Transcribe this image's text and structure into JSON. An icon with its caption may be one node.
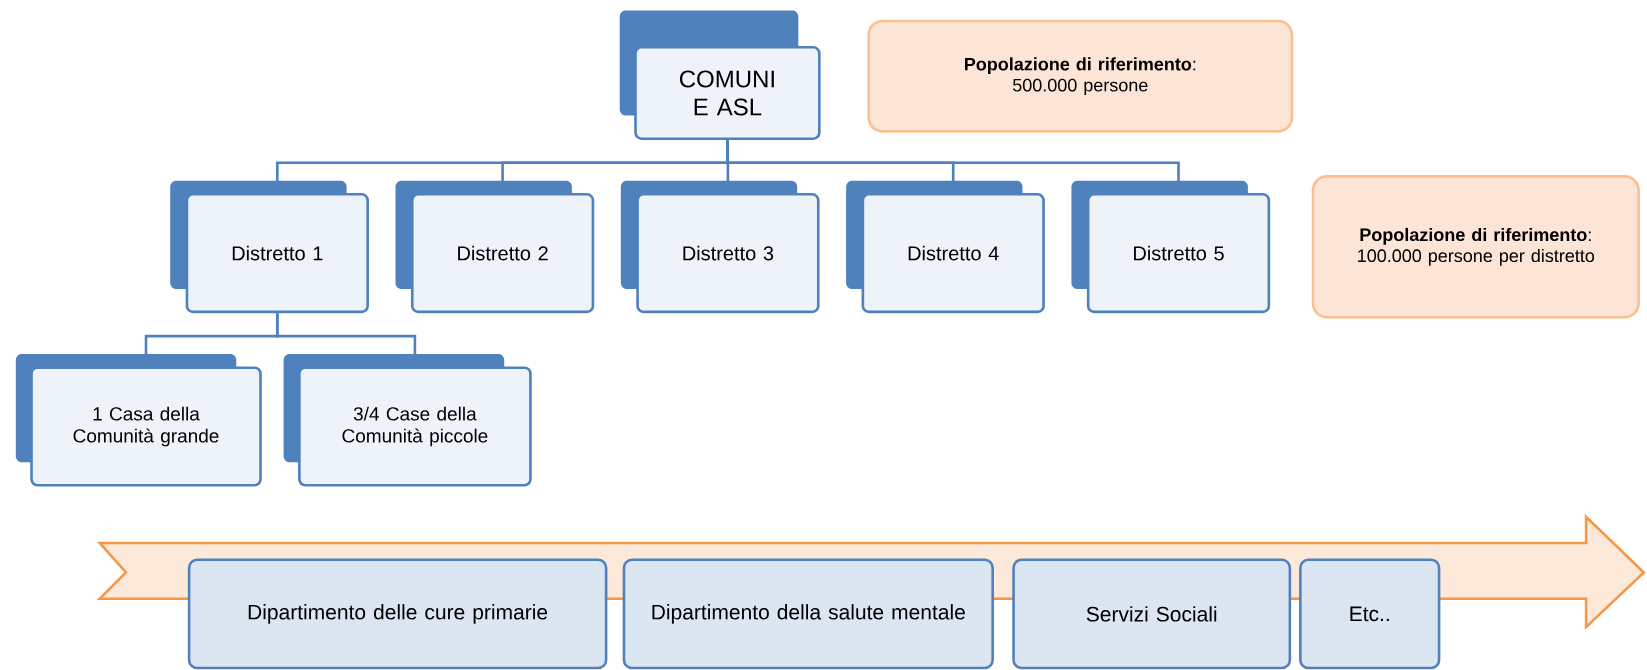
{
  "diagram": {
    "nodes": [
      {
        "text": [
          "COMUNI E ASL"
        ]
      },
      {
        "text": [
          "**Popolazione di riferimento**: 500.000 persone"
        ]
      },
      {
        "text": [
          "Distretto 1"
        ]
      },
      {
        "text": [
          "Distretto 2"
        ]
      },
      {
        "text": [
          "Distretto 3"
        ]
      },
      {
        "text": [
          "Distretto 4"
        ]
      },
      {
        "text": [
          "Distretto 5"
        ]
      },
      {
        "text": [
          "**Popolazione di riferimento**: 100.000 persone per distretto"
        ]
      },
      {
        "text": [
          "1 Casa della Comunità grande"
        ]
      },
      {
        "text": [
          "3/4 Case della Comunità piccole"
        ]
      },
      {
        "text": [
          "Dipartimento delle cure primarie"
        ]
      },
      {
        "text": [
          "Dipartimento della salute mentale"
        ]
      },
      {
        "text": [
          "Servizi Sociali"
        ]
      },
      {
        "text": [
          "Etc.."
        ]
      }
    ],
    "edges": [
      {
        "from": 0,
        "to": 2,
        "arrow": "none"
      },
      {
        "from": 0,
        "to": 3,
        "arrow": "none"
      },
      {
        "from": 0,
        "to": 4,
        "arrow": "none"
      },
      {
        "from": 0,
        "to": 5,
        "arrow": "none"
      },
      {
        "from": 0,
        "to": 6,
        "arrow": "none"
      },
      {
        "from": 2,
        "to": 8,
        "arrow": "none"
      },
      {
        "from": 2,
        "to": 9,
        "arrow": "none"
      }
    ]
  }
}
